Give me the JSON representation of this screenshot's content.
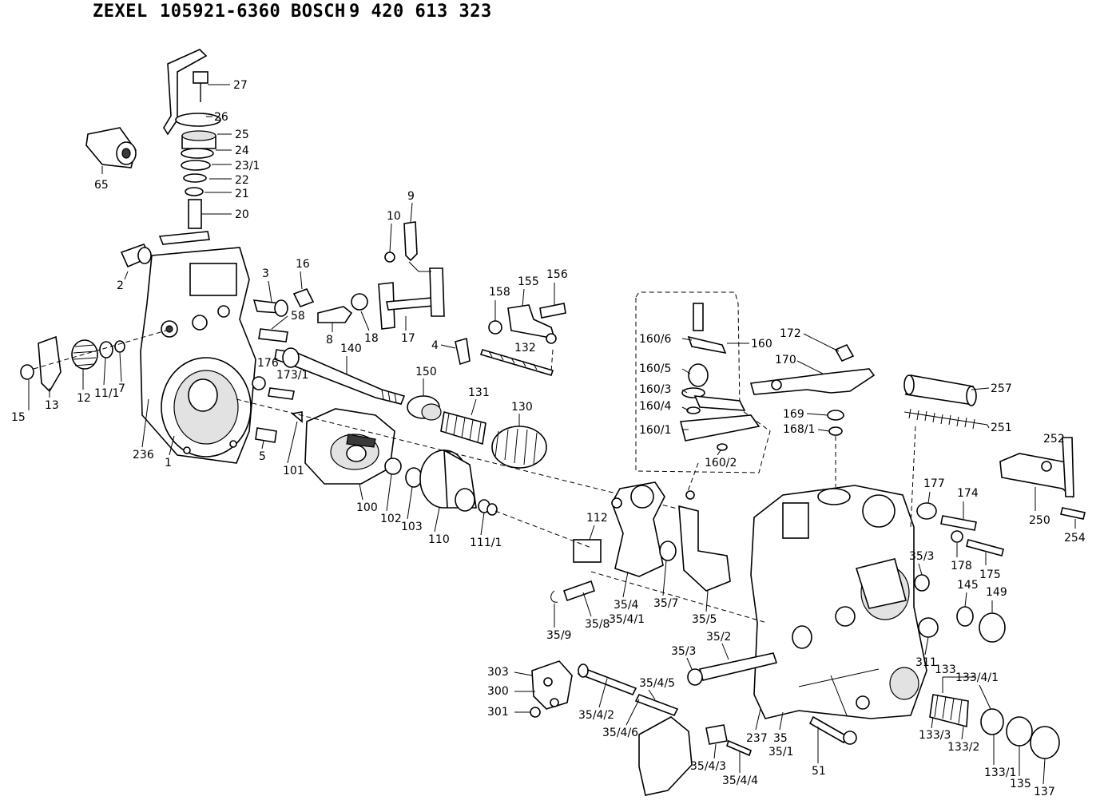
{
  "header": {
    "maker1": "ZEXEL",
    "part_no1": "105921-6360",
    "maker2": "BOSCH",
    "part_no2": "9 420 613 323"
  },
  "labels": {
    "l27": "27",
    "l26": "26",
    "l25": "25",
    "l24": "24",
    "l23_1": "23/1",
    "l22": "22",
    "l21": "21",
    "l20": "20",
    "l65": "65",
    "l9": "9",
    "l10": "10",
    "l2": "2",
    "l3": "3",
    "l16": "16",
    "l58": "58",
    "l8": "8",
    "l18": "18",
    "l17": "17",
    "l158": "158",
    "l155": "155",
    "l156": "156",
    "l132": "132",
    "l4": "4",
    "l140": "140",
    "l176": "176",
    "l173_1": "173/1",
    "l15": "15",
    "l13": "13",
    "l12": "12",
    "l11_1": "11/1",
    "l7": "7",
    "l236": "236",
    "l1": "1",
    "l5": "5",
    "l101": "101",
    "l150": "150",
    "l131": "131",
    "l130": "130",
    "l100": "100",
    "l102": "102",
    "l103": "103",
    "l110": "110",
    "l111_1": "111/1",
    "l160_6": "160/6",
    "l160": "160",
    "l160_5": "160/5",
    "l160_3": "160/3",
    "l160_4": "160/4",
    "l160_1": "160/1",
    "l160_2": "160/2",
    "l172": "172",
    "l170": "170",
    "l169": "169",
    "l168_1": "168/1",
    "l257": "257",
    "l251": "251",
    "l252": "252",
    "l250": "250",
    "l254": "254",
    "l177": "177",
    "l174": "174",
    "l178": "178",
    "l175": "175",
    "l112": "112",
    "l35_4": "35/4",
    "l35_4_1": "35/4/1",
    "l35_7": "35/7",
    "l35_5": "35/5",
    "l35_9": "35/9",
    "l35_8": "35/8",
    "l35_3a": "35/3",
    "l145": "145",
    "l149": "149",
    "l311": "311",
    "l35_3b": "35/3",
    "l35_2": "35/2",
    "l303": "303",
    "l300": "300",
    "l301": "301",
    "l35_4_5": "35/4/5",
    "l35_4_2": "35/4/2",
    "l35_4_6": "35/4/6",
    "l237": "237",
    "l35": "35",
    "l35_1": "35/1",
    "l51": "51",
    "l133": "133",
    "l133_4_1": "133/4/1",
    "l133_3": "133/3",
    "l133_2": "133/2",
    "l133_1": "133/1",
    "l135": "135",
    "l137": "137",
    "l35_4_3": "35/4/3",
    "l35_4_4": "35/4/4"
  }
}
